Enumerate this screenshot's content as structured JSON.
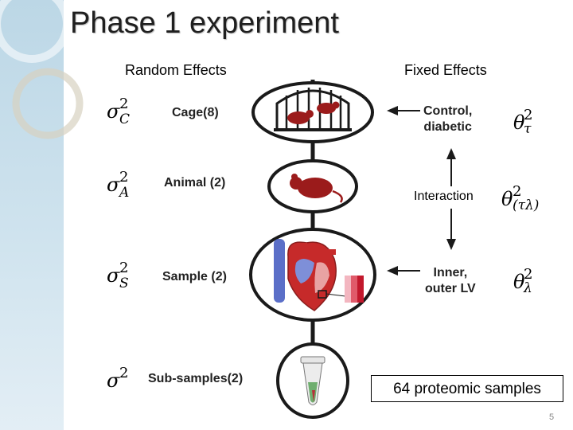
{
  "title": "Phase 1 experiment",
  "headers": {
    "random": "Random Effects",
    "fixed": "Fixed Effects"
  },
  "levels": [
    {
      "label": "Cage(8)",
      "symbol": "σ",
      "sup": "2",
      "sub": "C"
    },
    {
      "label": "Animal (2)",
      "symbol": "σ",
      "sup": "2",
      "sub": "A"
    },
    {
      "label": "Sample (2)",
      "symbol": "σ",
      "sup": "2",
      "sub": "S"
    },
    {
      "label": "Sub-samples(2)",
      "symbol": "σ",
      "sup": "2",
      "sub": ""
    }
  ],
  "fixed_effects": [
    {
      "line1": "Control,",
      "line2": "diabetic",
      "symbol": "θ",
      "sup": "2",
      "sub": "τ"
    },
    {
      "line1": "Inner,",
      "line2": "outer LV",
      "symbol": "θ",
      "sup": "2",
      "sub": "λ"
    }
  ],
  "interaction": {
    "label": "Interaction",
    "symbol": "θ",
    "sup": "2",
    "sub": "(τλ)"
  },
  "samples_box": "64 proteomic samples",
  "page_number": "5",
  "colors": {
    "rat": "#9b1b1b",
    "heart_red": "#c62a2a",
    "heart_blue": "#5b6fc8",
    "band": "#bcd7e6"
  }
}
